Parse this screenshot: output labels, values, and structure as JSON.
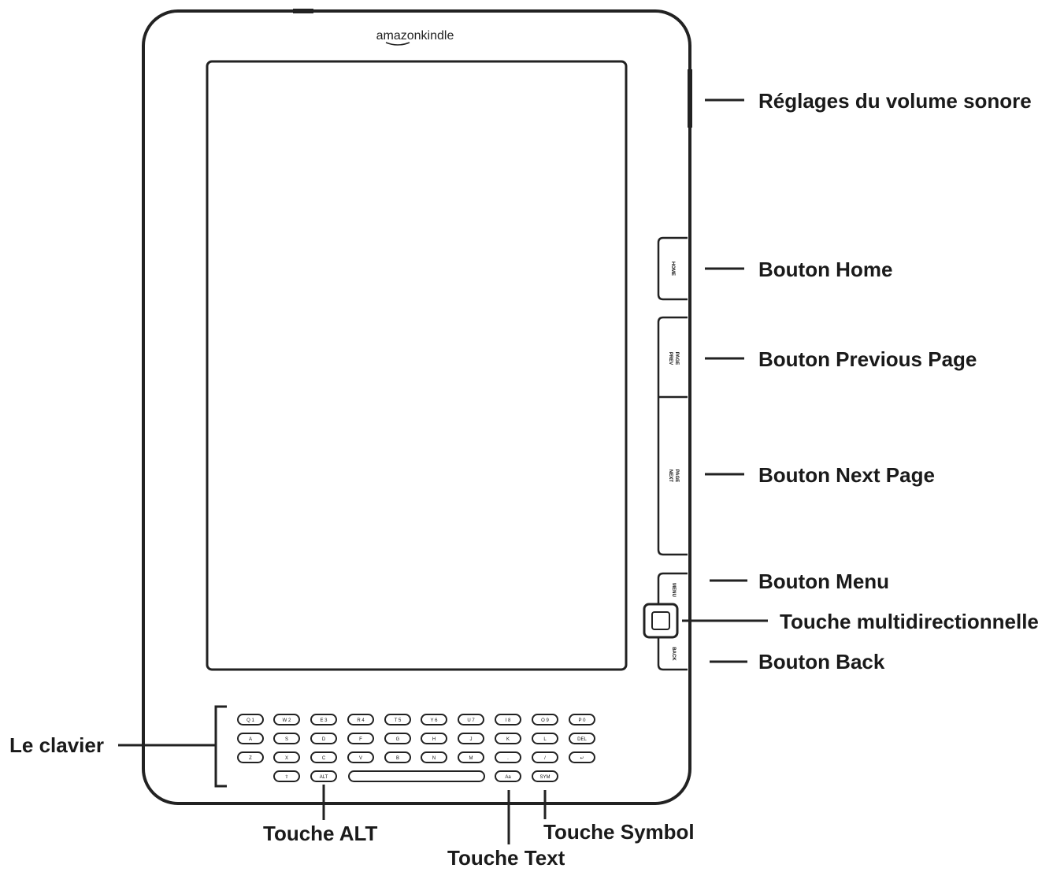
{
  "device": {
    "brand": "amazonkindle",
    "side_buttons": {
      "home": "HOME",
      "prev_page": [
        "PREV",
        "PAGE"
      ],
      "next_page": [
        "NEXT",
        "PAGE"
      ],
      "menu": "MENU",
      "back": "BACK"
    },
    "keyboard": {
      "rows": [
        [
          "Q 1",
          "W 2",
          "E 3",
          "R 4",
          "T 5",
          "Y 6",
          "U 7",
          "I 8",
          "O 9",
          "P 0"
        ],
        [
          "A",
          "S",
          "D",
          "F",
          "G",
          "H",
          "J",
          "K",
          "L",
          "DEL"
        ],
        [
          "Z",
          "X",
          "C",
          "V",
          "B",
          "N",
          "M",
          ".",
          "/",
          "↵"
        ]
      ],
      "bottom_row": {
        "shift": "⇧",
        "alt": "ALT",
        "text": "Aa",
        "symbol": "SYM"
      }
    }
  },
  "callouts": {
    "volume": "Réglages du volume sonore",
    "home": "Bouton Home",
    "prev_page": "Bouton Previous Page",
    "next_page": "Bouton Next Page",
    "menu": "Bouton Menu",
    "multidirectional": "Touche multidirectionnelle",
    "back": "Bouton Back",
    "keyboard": "Le clavier",
    "alt": "Touche ALT",
    "text": "Touche Text",
    "symbol": "Touche Symbol"
  }
}
